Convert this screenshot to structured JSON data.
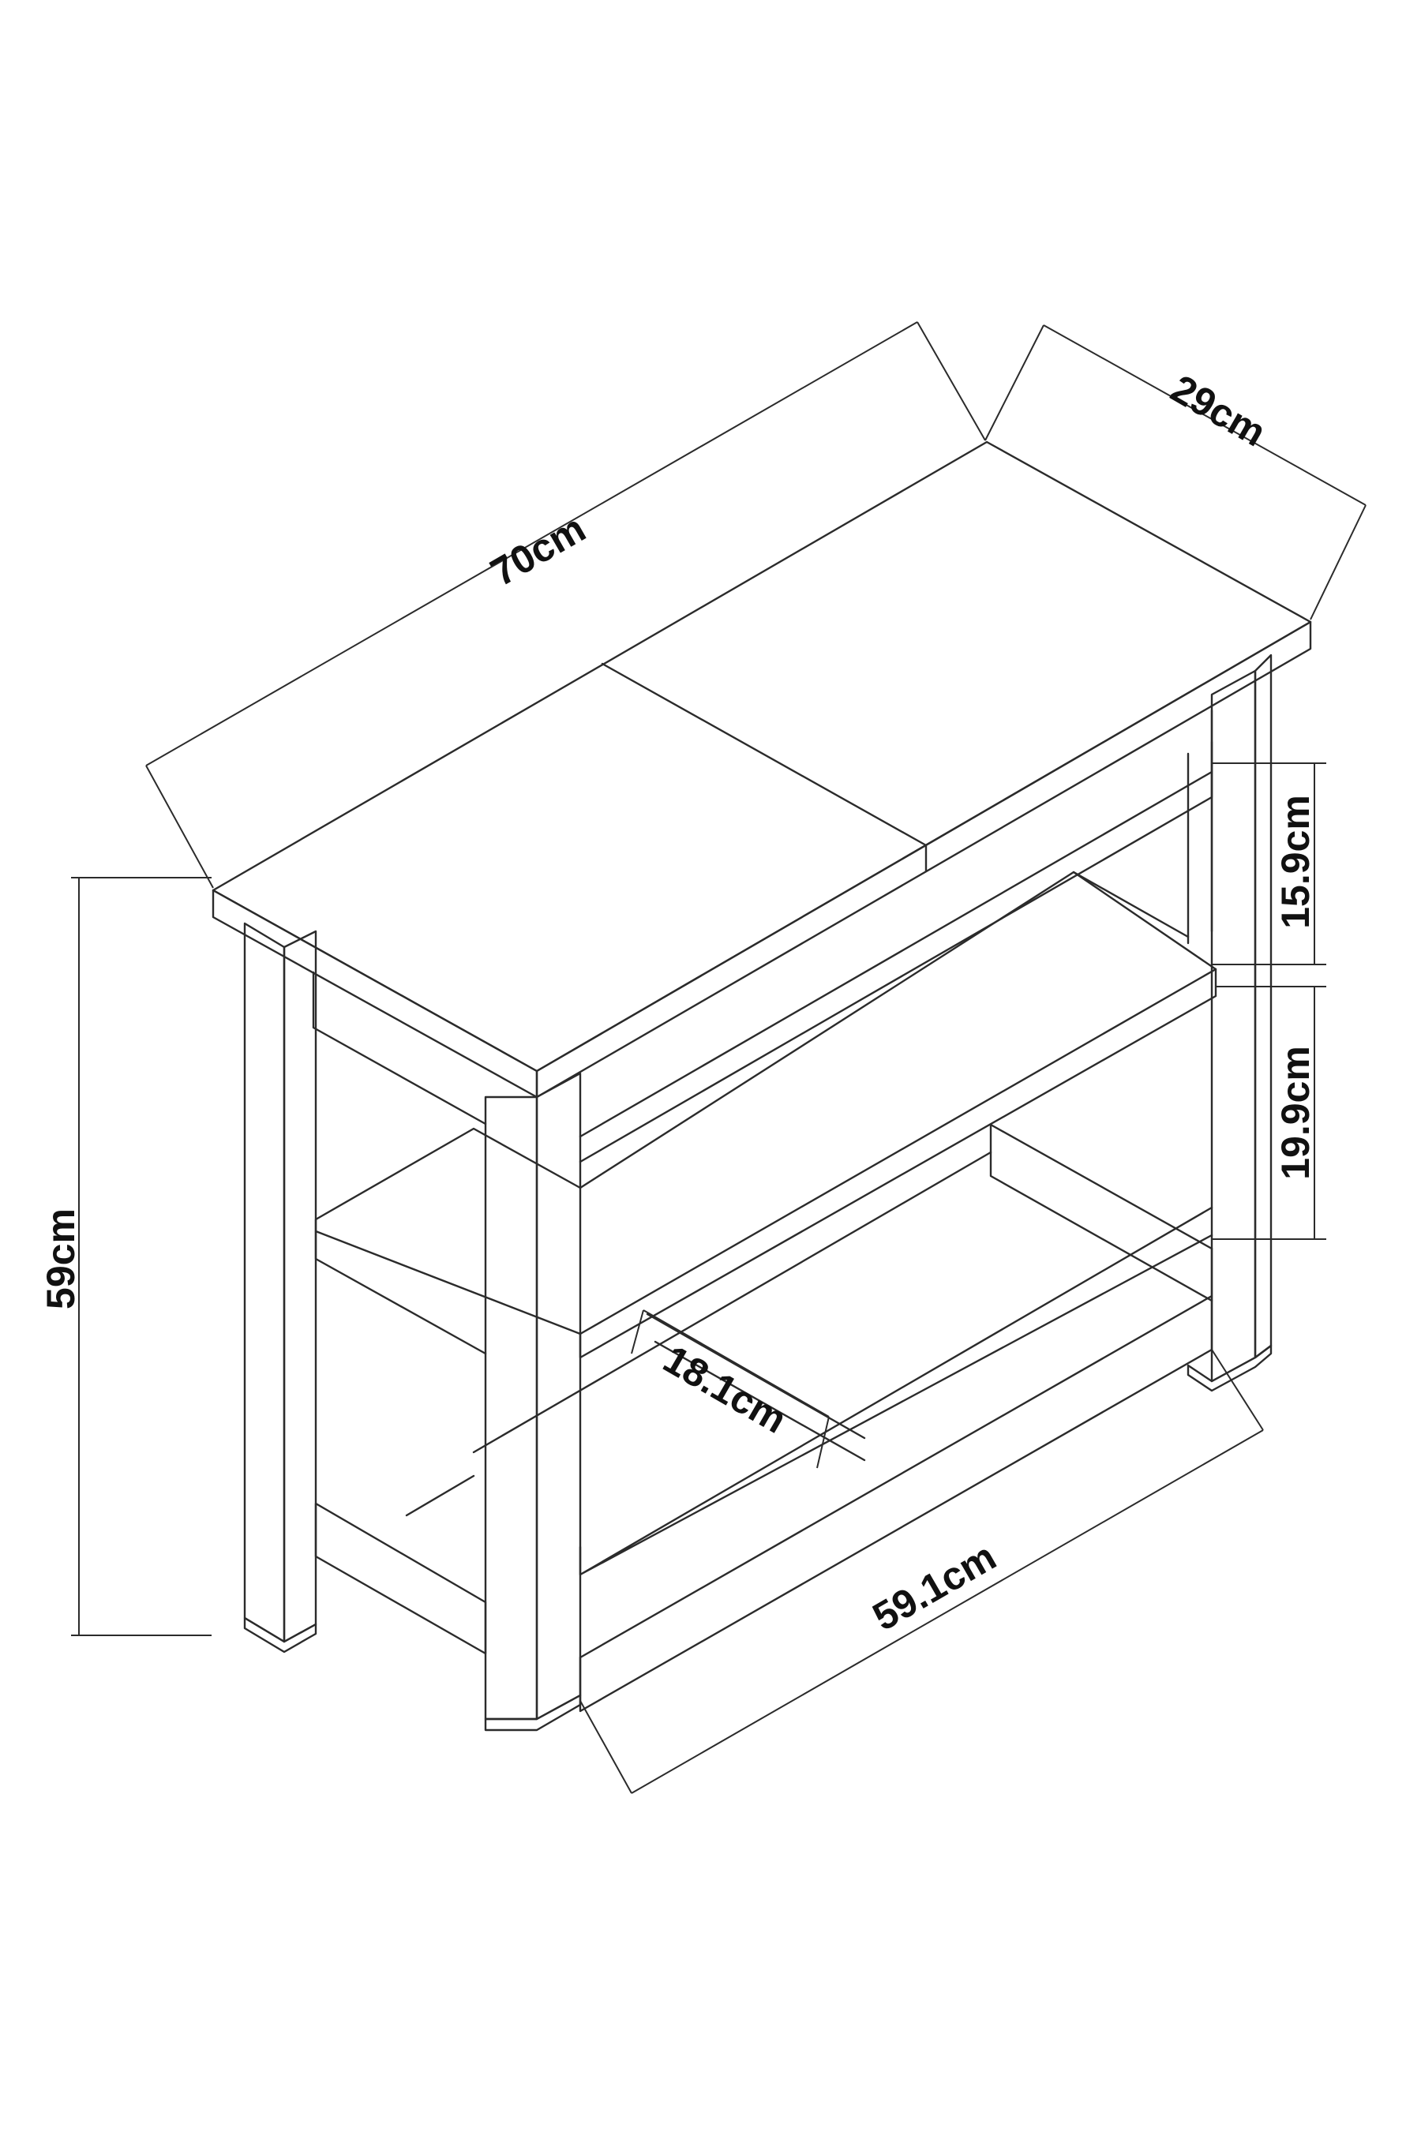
{
  "diagram": {
    "subject": "side table with two-part top, middle shelf and bottom tray",
    "line_color": "#2b2b2b",
    "background": "#ffffff"
  },
  "dimensions": {
    "width": "70cm",
    "depth": "29cm",
    "height": "59cm",
    "top_gap": "15.9cm",
    "shelf_gap": "19.9cm",
    "tray_depth": "18.1cm",
    "inner_width": "59.1cm"
  }
}
